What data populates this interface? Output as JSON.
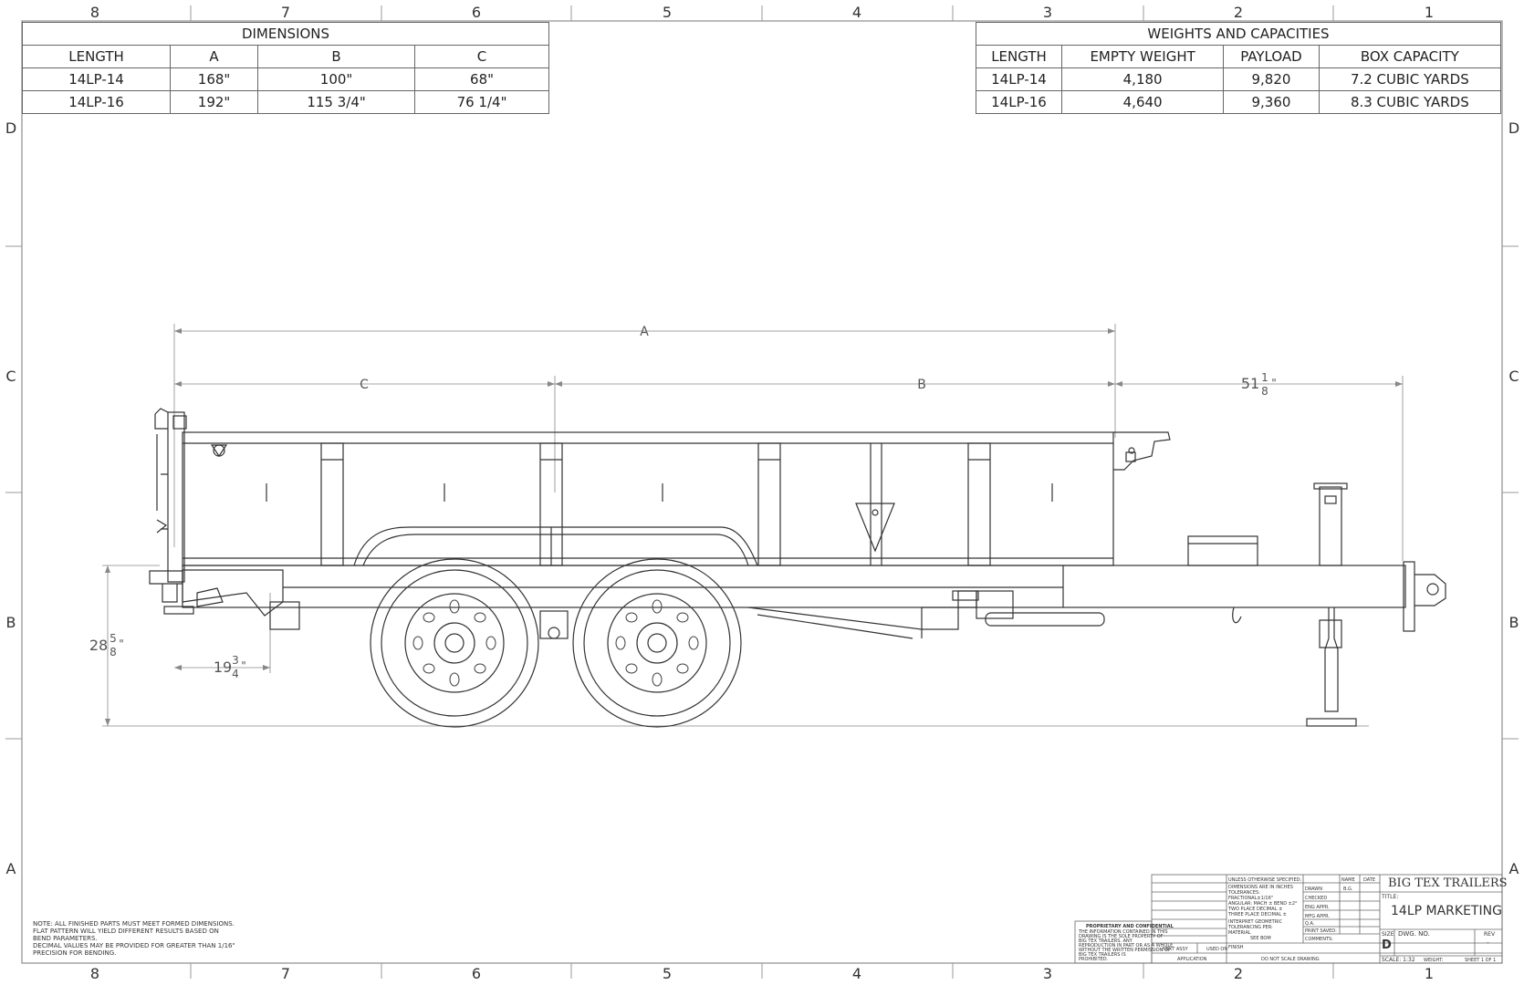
{
  "border": {
    "top_numbers": [
      "8",
      "7",
      "6",
      "5",
      "4",
      "3",
      "2",
      "1"
    ],
    "bottom_numbers": [
      "8",
      "7",
      "6",
      "5",
      "4",
      "3",
      "2",
      "1"
    ],
    "side_letters": [
      "D",
      "C",
      "B",
      "A"
    ]
  },
  "dimensions_table": {
    "title": "DIMENSIONS",
    "headers": [
      "LENGTH",
      "A",
      "B",
      "C"
    ],
    "rows": [
      [
        "14LP-14",
        "168\"",
        "100\"",
        "68\""
      ],
      [
        "14LP-16",
        "192\"",
        "115 3/4\"",
        "76 1/4\""
      ]
    ]
  },
  "weights_table": {
    "title": "WEIGHTS AND CAPACITIES",
    "headers": [
      "LENGTH",
      "EMPTY WEIGHT",
      "PAYLOAD",
      "BOX CAPACITY"
    ],
    "rows": [
      [
        "14LP-14",
        "4,180",
        "9,820",
        "7.2 CUBIC YARDS"
      ],
      [
        "14LP-16",
        "4,640",
        "9,360",
        "8.3 CUBIC YARDS"
      ]
    ]
  },
  "drawing_labels": {
    "dim_a": "A",
    "dim_b": "B",
    "dim_c": "C",
    "tongue_whole": "51",
    "tongue_num": "1",
    "tongue_den": "8",
    "tongue_unit": "\"",
    "height_whole": "28",
    "height_num": "5",
    "height_den": "8",
    "height_unit": "\"",
    "rear_whole": "19",
    "rear_num": "3",
    "rear_den": "4",
    "rear_unit": "\""
  },
  "notes": [
    "NOTE: ALL FINISHED PARTS MUST MEET FORMED DIMENSIONS.",
    "FLAT PATTERN WILL YIELD DIFFERENT RESULTS BASED ON",
    "BEND PARAMETERS.",
    "DECIMAL VALUES MAY BE PROVIDED FOR GREATER THAN 1/16\"",
    "PRECISION FOR BENDING."
  ],
  "title_block": {
    "company": "BIG TEX TRAILERS",
    "title_label": "TITLE:",
    "title": "14LP MARKETING",
    "size_label": "SIZE",
    "size": "D",
    "dwg_label": "DWG. NO.",
    "rev_label": "REV",
    "rev": "-",
    "scale": "SCALE: 1:32",
    "weight_label": "WEIGHT:",
    "sheet": "SHEET 1 OF 1",
    "unless": "UNLESS OTHERWISE SPECIFIED:",
    "name_label": "NAME",
    "date_label": "DATE",
    "dims_in_inches": "DIMENSIONS ARE IN INCHES",
    "tolerances": "TOLERANCES:",
    "fractional": "FRACTIONAL±1/16\"",
    "angular": "ANGULAR: MACH ±   BEND ±2°",
    "two_place": "TWO PLACE DECIMAL   ±",
    "three_place": "THREE PLACE DECIMAL   ±",
    "interpret": "INTERPRET GEOMETRIC",
    "tolerancing": "TOLERANCING PER:",
    "material": "MATERIAL",
    "see_bom": "SEE BOM",
    "finish": "FINISH",
    "drawn": "DRAWN",
    "drawn_name": "B.G.",
    "checked": "CHECKED",
    "eng_appr": "ENG APPR.",
    "mfg_appr": "MFG APPR.",
    "qa": "Q.A.",
    "print_saved": "PRINT SAVED:",
    "comments": "COMMENTS:",
    "next_assy": "NEXT ASSY",
    "used_on": "USED ON",
    "application": "APPLICATION",
    "do_not_scale": "DO NOT SCALE DRAWING",
    "prop_title": "PROPRIETARY AND CONFIDENTIAL",
    "prop_lines": [
      "THE INFORMATION CONTAINED IN THIS",
      "DRAWING IS THE SOLE PROPERTY OF",
      "BIG TEX TRAILERS.  ANY",
      "REPRODUCTION IN PART OR AS A WHOLE",
      "WITHOUT THE WRITTEN PERMISSION OF",
      "BIG TEX TRAILERS IS",
      "PROHIBITED."
    ]
  }
}
